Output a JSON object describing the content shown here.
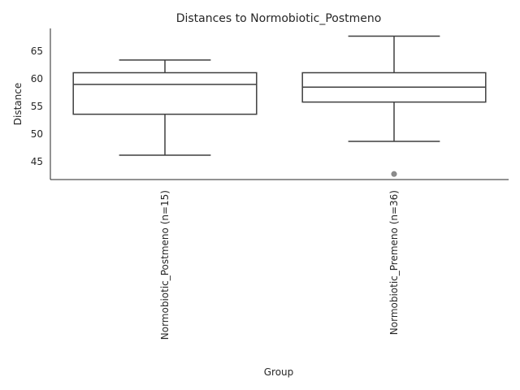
{
  "chart_data": {
    "type": "boxplot",
    "title": "Distances to Normobiotic_Postmeno",
    "xlabel": "Group",
    "ylabel": "Distance",
    "ylim": [
      41.7,
      69.0
    ],
    "yticks": [
      45,
      50,
      55,
      60,
      65
    ],
    "grid": false,
    "legend": "none",
    "categories": [
      "Normobiotic_Postmeno (n=15)",
      "Normobiotic_Premeno (n=36)"
    ],
    "boxes": [
      {
        "category": "Normobiotic_Postmeno (n=15)",
        "whisker_low": 46.1,
        "q1": 53.5,
        "median": 58.9,
        "q3": 61.0,
        "whisker_high": 63.3,
        "outliers": []
      },
      {
        "category": "Normobiotic_Premeno (n=36)",
        "whisker_low": 48.6,
        "q1": 55.7,
        "median": 58.4,
        "q3": 61.0,
        "whisker_high": 67.6,
        "outliers": [
          42.7
        ]
      }
    ],
    "colors": {
      "box_edge": "#3f3f3f",
      "box_fill": "#ffffff",
      "outlier": "#8c8c8c",
      "axis": "#262626"
    }
  }
}
